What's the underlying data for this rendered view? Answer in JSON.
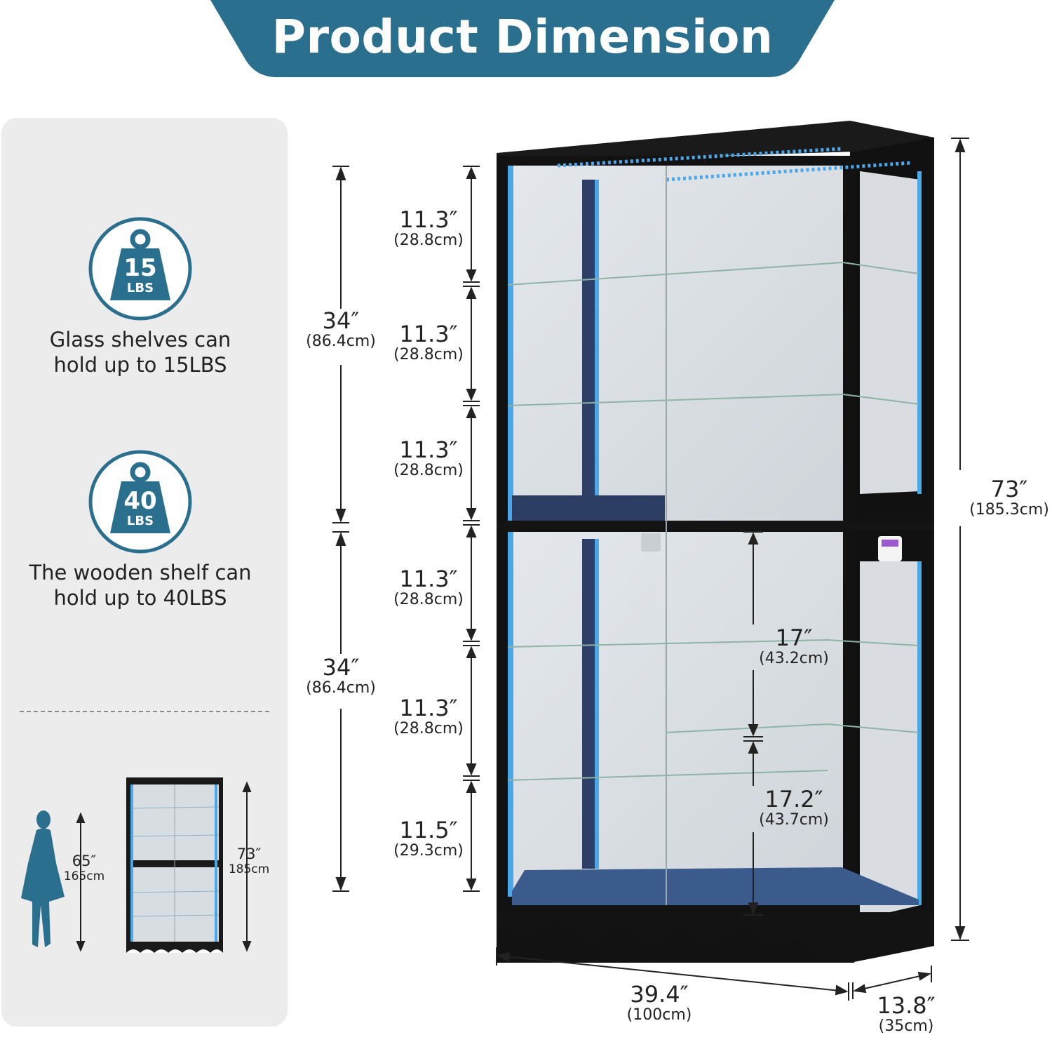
{
  "banner": {
    "title": "Product Dimension",
    "color": "#2b6f8f"
  },
  "features": [
    {
      "weight_value": "15",
      "weight_unit": "LBS",
      "text_line1": "Glass shelves can",
      "text_line2": "hold up to 15LBS"
    },
    {
      "weight_value": "40",
      "weight_unit": "LBS",
      "text_line1": "The wooden shelf can",
      "text_line2": "hold up to 40LBS"
    }
  ],
  "comparison": {
    "person": {
      "inches": "65″",
      "cm": "165cm"
    },
    "cabinet": {
      "inches": "73″",
      "cm": "185cm"
    }
  },
  "dimensions": {
    "section_upper": {
      "inches": "34″",
      "cm": "(86.4cm)"
    },
    "section_lower": {
      "inches": "34″",
      "cm": "(86.4cm)"
    },
    "shelves": [
      {
        "inches": "11.3″",
        "cm": "(28.8cm)"
      },
      {
        "inches": "11.3″",
        "cm": "(28.8cm)"
      },
      {
        "inches": "11.3″",
        "cm": "(28.8cm)"
      },
      {
        "inches": "11.3″",
        "cm": "(28.8cm)"
      },
      {
        "inches": "11.3″",
        "cm": "(28.8cm)"
      },
      {
        "inches": "11.5″",
        "cm": "(29.3cm)"
      }
    ],
    "total_height": {
      "inches": "73″",
      "cm": "(185.3cm)"
    },
    "inner_upper": {
      "inches": "17″",
      "cm": "(43.2cm)"
    },
    "inner_lower": {
      "inches": "17.2″",
      "cm": "(43.7cm)"
    },
    "width": {
      "inches": "39.4″",
      "cm": "(100cm)"
    },
    "depth": {
      "inches": "13.8″",
      "cm": "(35cm)"
    }
  },
  "colors": {
    "accent": "#2b6f8f",
    "frame": "#151515",
    "glow": "#4aa8e8"
  }
}
